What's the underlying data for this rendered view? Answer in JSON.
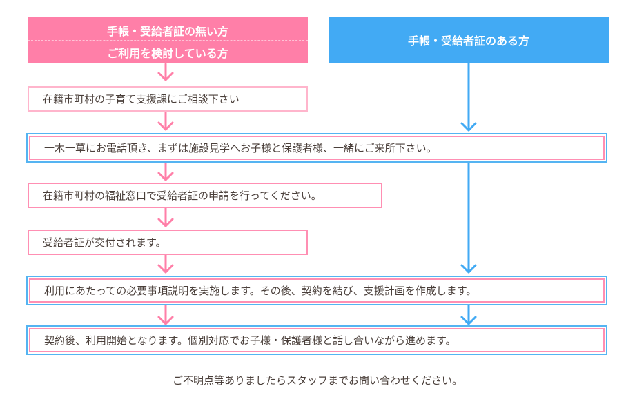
{
  "columns": {
    "left_header": {
      "line1": "手帳・受給者証の無い方",
      "line2": "ご利用を検討している方",
      "color": "#ff7fa8"
    },
    "right_header": {
      "label": "手帳・受給者証のある方",
      "color": "#42aaf4"
    }
  },
  "steps": [
    {
      "id": "consult",
      "text": "在籍市町村の子育て支援課にご相談下さい",
      "applies_to": "left"
    },
    {
      "id": "visit",
      "text": "一木一草にお電話頂き、まずは施設見学へお子様と保護者様、一緒にご来所下さい。",
      "applies_to": "both"
    },
    {
      "id": "apply",
      "text": "在籍市町村の福祉窓口で受給者証の申請を行ってください。",
      "applies_to": "left"
    },
    {
      "id": "issued",
      "text": "受給者証が交付されます。",
      "applies_to": "left"
    },
    {
      "id": "explain",
      "text": "利用にあたっての必要事項説明を実施します。その後、契約を結び、支援計画を作成します。",
      "applies_to": "both"
    },
    {
      "id": "start",
      "text": "契約後、利用開始となります。個別対応でお子様・保護者様と話し合いながら進めます。",
      "applies_to": "both"
    }
  ],
  "footer": {
    "note": "ご不明点等ありましたらスタッフまでお問い合わせください。"
  },
  "colors": {
    "pink_path": "#ff7fa8",
    "blue_path": "#42aaf4",
    "text": "#4a3f3a"
  }
}
